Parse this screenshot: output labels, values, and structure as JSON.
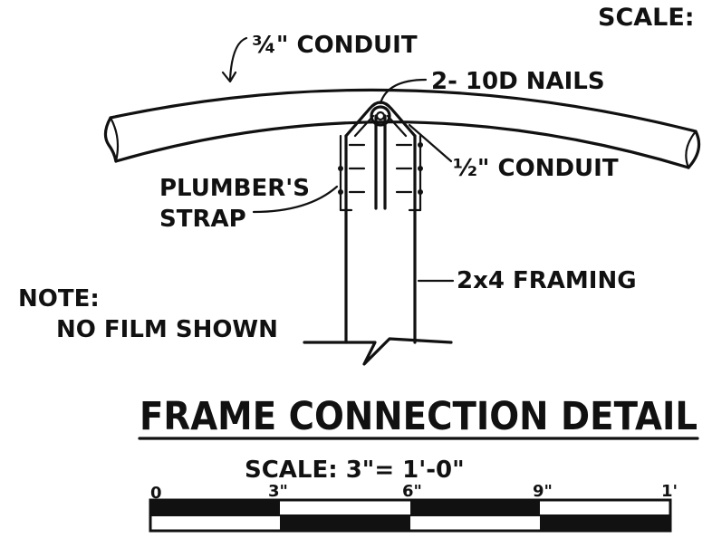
{
  "corner_scale_label": "SCALE:",
  "labels": {
    "conduit_3_4": "¾\" CONDUIT",
    "nails": "2- 10D NAILS",
    "conduit_1_2": "½\" CONDUIT",
    "plumbers_line1": "PLUMBER'S",
    "plumbers_line2": "STRAP",
    "framing": "2x4 FRAMING",
    "note_title": "NOTE:",
    "note_body": "NO FILM SHOWN"
  },
  "title": "FRAME CONNECTION DETAIL",
  "scale_text": "SCALE: 3\"= 1'-0\"",
  "scale_ticks": [
    "0",
    "3\"",
    "6\"",
    "9\"",
    "1'"
  ]
}
